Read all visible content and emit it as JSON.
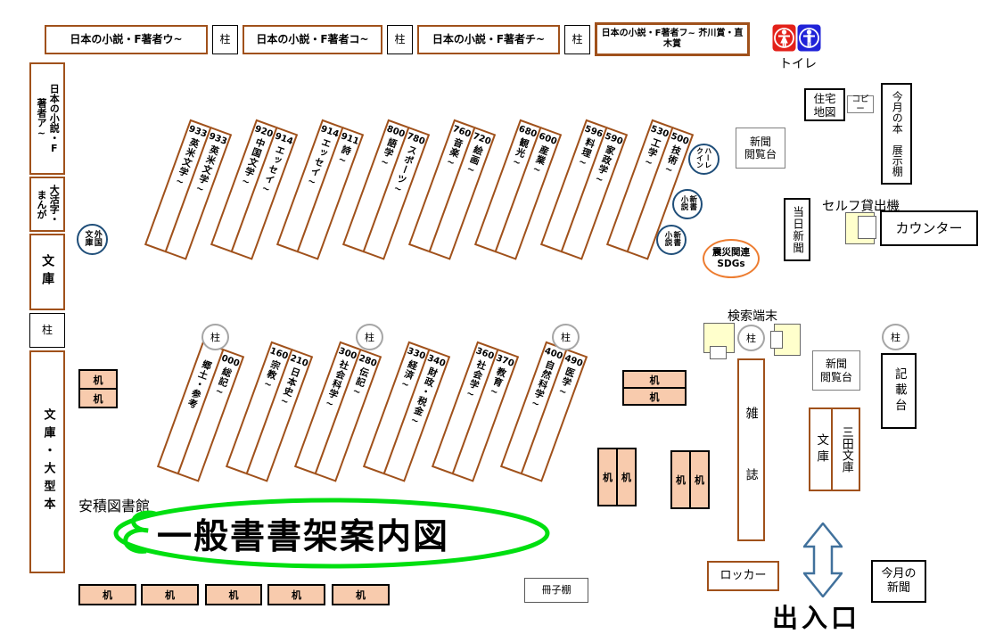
{
  "pillar_label": "柱",
  "top_row": {
    "boxes": [
      "日本の小説・F著者ウ~",
      "日本の小説・F著者コ~",
      "日本の小説・F著者チ~",
      "日本の小説・F著者フ~ 芥川賞・直木賞"
    ]
  },
  "left_column": {
    "boxes": [
      "日本の小説・F著者ア~",
      "大活字・まんが",
      "文庫",
      "文庫・大型本"
    ]
  },
  "shelves": {
    "upper": [
      {
        "columns": [
          {
            "code": "933",
            "label": "英米文学~"
          },
          {
            "code": "933",
            "label": "英米文学~"
          }
        ]
      },
      {
        "columns": [
          {
            "code": "920",
            "label": "中国文学~"
          },
          {
            "code": "914",
            "label": "エッセイ~"
          }
        ]
      },
      {
        "columns": [
          {
            "code": "914",
            "label": "エッセイ~"
          },
          {
            "code": "911",
            "label": "詩~"
          }
        ]
      },
      {
        "columns": [
          {
            "code": "800",
            "label": "語学~"
          },
          {
            "code": "780",
            "label": "スポーツ~"
          }
        ]
      },
      {
        "columns": [
          {
            "code": "760",
            "label": "音楽~"
          },
          {
            "code": "720",
            "label": "絵画~"
          }
        ]
      },
      {
        "columns": [
          {
            "code": "680",
            "label": "観光~"
          },
          {
            "code": "600",
            "label": "産業~"
          }
        ]
      },
      {
        "columns": [
          {
            "code": "596",
            "label": "料理~"
          },
          {
            "code": "590",
            "label": "家政学~"
          }
        ]
      },
      {
        "columns": [
          {
            "code": "530",
            "label": "工学~"
          },
          {
            "code": "500",
            "label": "技術~"
          }
        ]
      }
    ],
    "lower": [
      {
        "columns": [
          {
            "code": "",
            "label": "郷土・参考"
          },
          {
            "code": "000",
            "label": "総記~"
          }
        ]
      },
      {
        "columns": [
          {
            "code": "160",
            "label": "宗教~"
          },
          {
            "code": "210",
            "label": "日本史~"
          }
        ]
      },
      {
        "columns": [
          {
            "code": "300",
            "label": "社会科学~"
          },
          {
            "code": "280",
            "label": "伝記~"
          }
        ]
      },
      {
        "columns": [
          {
            "code": "330",
            "label": "経済~"
          },
          {
            "code": "340",
            "label": "財政・税金~"
          }
        ]
      },
      {
        "columns": [
          {
            "code": "360",
            "label": "社会学~"
          },
          {
            "code": "370",
            "label": "教育~"
          }
        ]
      },
      {
        "columns": [
          {
            "code": "400",
            "label": "自然科学~"
          },
          {
            "code": "490",
            "label": "医学~"
          }
        ]
      }
    ]
  },
  "circles": {
    "foreign_bunko": "外国文庫",
    "harlequin": "ハーレクイン",
    "new_books_novels": "新書小説",
    "disaster_line1": "震災関連",
    "disaster_line2": "SDGs"
  },
  "facilities": {
    "toilet_label": "トイレ",
    "housing_map_line1": "住宅",
    "housing_map_line2": "地図",
    "copy": "コピー",
    "monthly_books_shelf": "今月の本　展示棚",
    "newspaper_stand_line1": "新聞",
    "newspaper_stand_line2": "閲覧台",
    "todays_newspaper": "当日新聞",
    "self_checkout": "セルフ貸出機",
    "counter": "カウンター",
    "search_terminal": "検索端末",
    "magazines": "雑誌",
    "bunko": "文庫",
    "mita_bunko": "三田文庫",
    "writing_desk": "記載台",
    "locker": "ロッカー",
    "entrance": "出入口",
    "monthly_newspaper_line1": "今月の",
    "monthly_newspaper_line2": "新聞",
    "booklet_shelf": "冊子棚",
    "desk": "机"
  },
  "title": {
    "library_name": "安積図書館",
    "map_title": "一般書書架案内図"
  },
  "colors": {
    "shelf_border": "#a0511b",
    "desk_fill": "#F8CBAD",
    "terminal_fill": "#FFFFCC",
    "title_cloud": "#00DF10",
    "disaster_oval": "#ED7D31",
    "circle_blue": "#1f4e79",
    "toilet_red": "#E3211A",
    "toilet_blue": "#2023D8",
    "arrow_blue": "#41719C"
  }
}
